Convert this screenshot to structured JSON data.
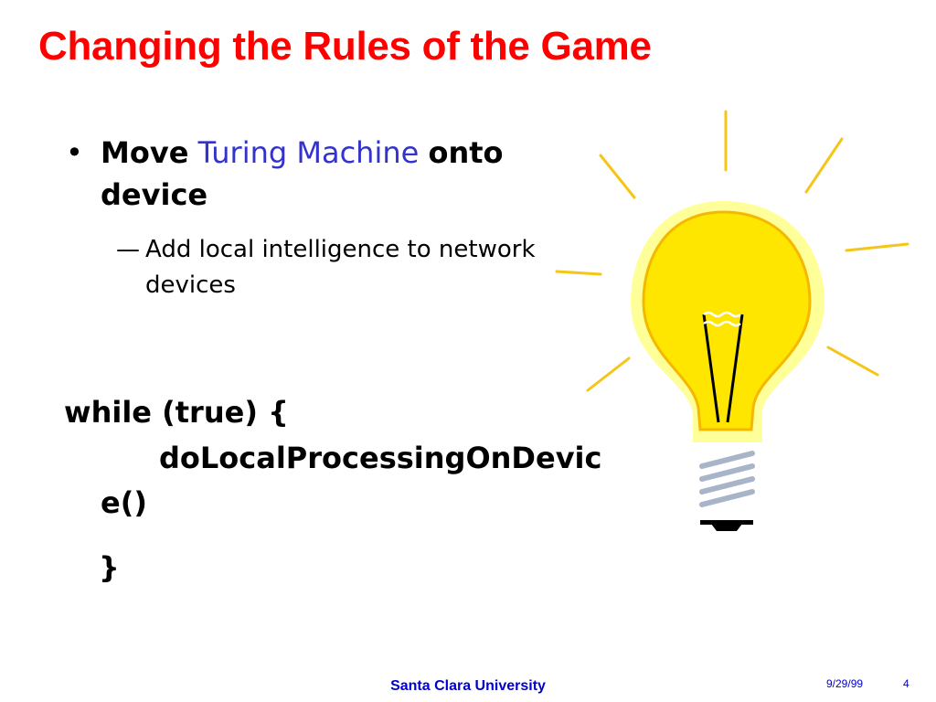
{
  "slide": {
    "title": "Changing the Rules of the Game",
    "bullet": {
      "bullet_glyph": "•",
      "part1": "Move",
      "part2": "Turing Machine",
      "part3": "onto",
      "part4": "device"
    },
    "sub_bullet": {
      "dash_glyph": "—",
      "text": "Add local intelligence to network devices"
    },
    "code": {
      "line1": "while (true) {",
      "line2": "doLocalProcessingOnDevic",
      "line3": "e()",
      "line4": "}"
    },
    "illustration": {
      "icon": "lightbulb-icon"
    },
    "footer": {
      "center": "Santa Clara University",
      "date": "9/29/99",
      "page": "4"
    }
  },
  "colors": {
    "title": "#ff0000",
    "accent": "#3333cc",
    "footer": "#0000cc",
    "bulb_glass": "#ffe600",
    "bulb_halo": "#ffff99",
    "bulb_outline": "#f5b800",
    "rays": "#f5c518",
    "screw": "#a8b4c8"
  }
}
